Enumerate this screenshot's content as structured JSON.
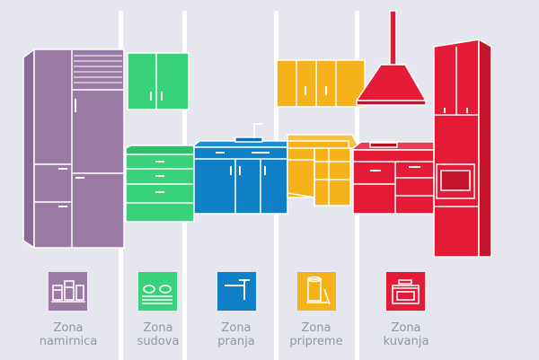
{
  "colors": {
    "background": "#e6e7ee",
    "divider": "#ffffff",
    "outline": "#ffffff",
    "label_text": "#8f96a6",
    "zone_namirnica": "#9b7aa6",
    "zone_sudova": "#37d27a",
    "zone_pranja": "#0f7fc8",
    "zone_pripreme": "#f6b21a",
    "zone_kuvanja": "#e41b36"
  },
  "zones": [
    {
      "line1": "Zona",
      "line2": "namirnica",
      "icon": "pantry-jars-icon",
      "color": "#9b7aa6"
    },
    {
      "line1": "Zona",
      "line2": "sudova",
      "icon": "dish-stack-icon",
      "color": "#37d27a"
    },
    {
      "line1": "Zona",
      "line2": "pranja",
      "icon": "faucet-icon",
      "color": "#0f7fc8"
    },
    {
      "line1": "Zona",
      "line2": "pripreme",
      "icon": "paper-towel-knife-icon",
      "color": "#f6b21a"
    },
    {
      "line1": "Zona",
      "line2": "kuvanja",
      "icon": "stove-oven-icon",
      "color": "#e41b36"
    }
  ]
}
